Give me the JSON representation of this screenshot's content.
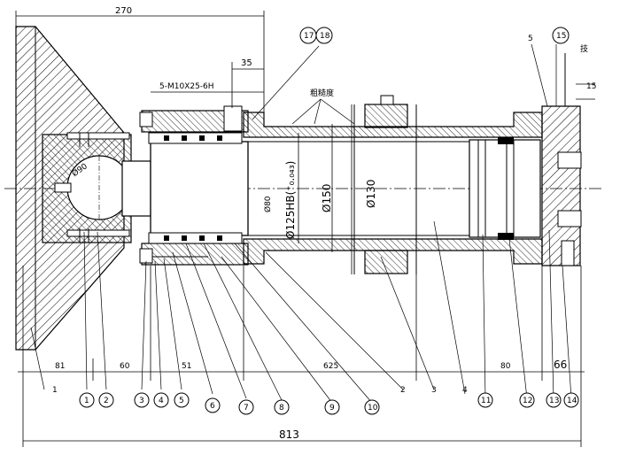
{
  "drawing": {
    "overall_length": "813",
    "top_length": "270",
    "dim_35": "35",
    "dim_15": "15",
    "dim_66": "66",
    "dim_81": "81",
    "dim_60a": "60",
    "dim_51": "51",
    "dim_625": "625",
    "dim_80": "80",
    "dim_d125": "Ø125HB(⁺₀.₀₄₃)",
    "dim_d150": "Ø150",
    "dim_d130": "Ø130",
    "dim_d90": "Ø90",
    "dim_d80": "Ø80",
    "thread_note": "5-M10X25-6H",
    "surface_note": "粗糙度",
    "note_top_right": "技",
    "top_circle_labels": [
      "17",
      "18"
    ],
    "right_circle_label": "15",
    "label_5_top": "5",
    "bottom_labels": [
      "1",
      "1",
      "2",
      "3",
      "4",
      "5",
      "6",
      "7",
      "8",
      "9",
      "10",
      "2",
      "3",
      "4",
      "11",
      "12",
      "13",
      "14"
    ]
  }
}
